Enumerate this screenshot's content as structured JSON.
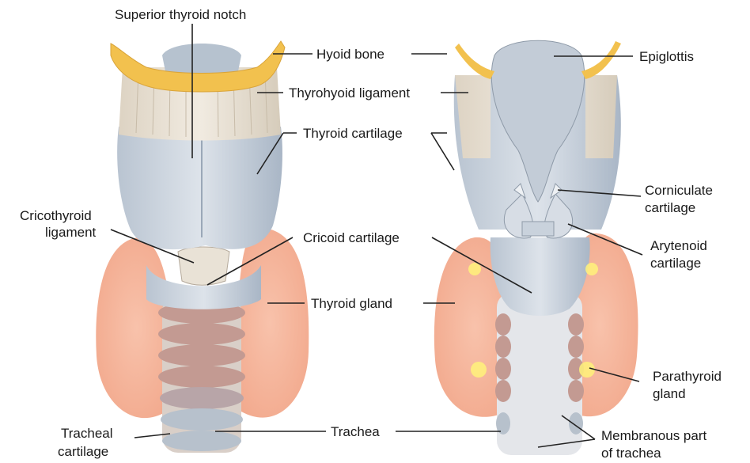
{
  "labels": {
    "superior_thyroid_notch": "Superior thyroid notch",
    "hyoid_bone": "Hyoid bone",
    "thyrohyoid_ligament": "Thyrohyoid ligament",
    "thyroid_cartilage": "Thyroid cartilage",
    "cricothyroid_ligament_1": "Cricothyroid",
    "cricothyroid_ligament_2": "ligament",
    "cricoid_cartilage": "Cricoid cartilage",
    "thyroid_gland": "Thyroid gland",
    "tracheal_cartilage_1": "Tracheal",
    "tracheal_cartilage_2": "cartilage",
    "trachea": "Trachea",
    "epiglottis": "Epiglottis",
    "corniculate_cartilage_1": "Corniculate",
    "corniculate_cartilage_2": "cartilage",
    "arytenoid_cartilage_1": "Arytenoid",
    "arytenoid_cartilage_2": "cartilage",
    "parathyroid_gland_1": "Parathyroid",
    "parathyroid_gland_2": "gland",
    "membranous_part_1": "Membranous part",
    "membranous_part_2": "of trachea"
  },
  "colors": {
    "thyroid_gland": "#f6b79e",
    "hyoid_bone": "#f2c14e",
    "cartilage": "#c9d2dc",
    "ligament": "#e8e0d2",
    "tracheal_ring": "#c9a39b",
    "parathyroid": "#fff27a",
    "leader_line": "#222222"
  }
}
